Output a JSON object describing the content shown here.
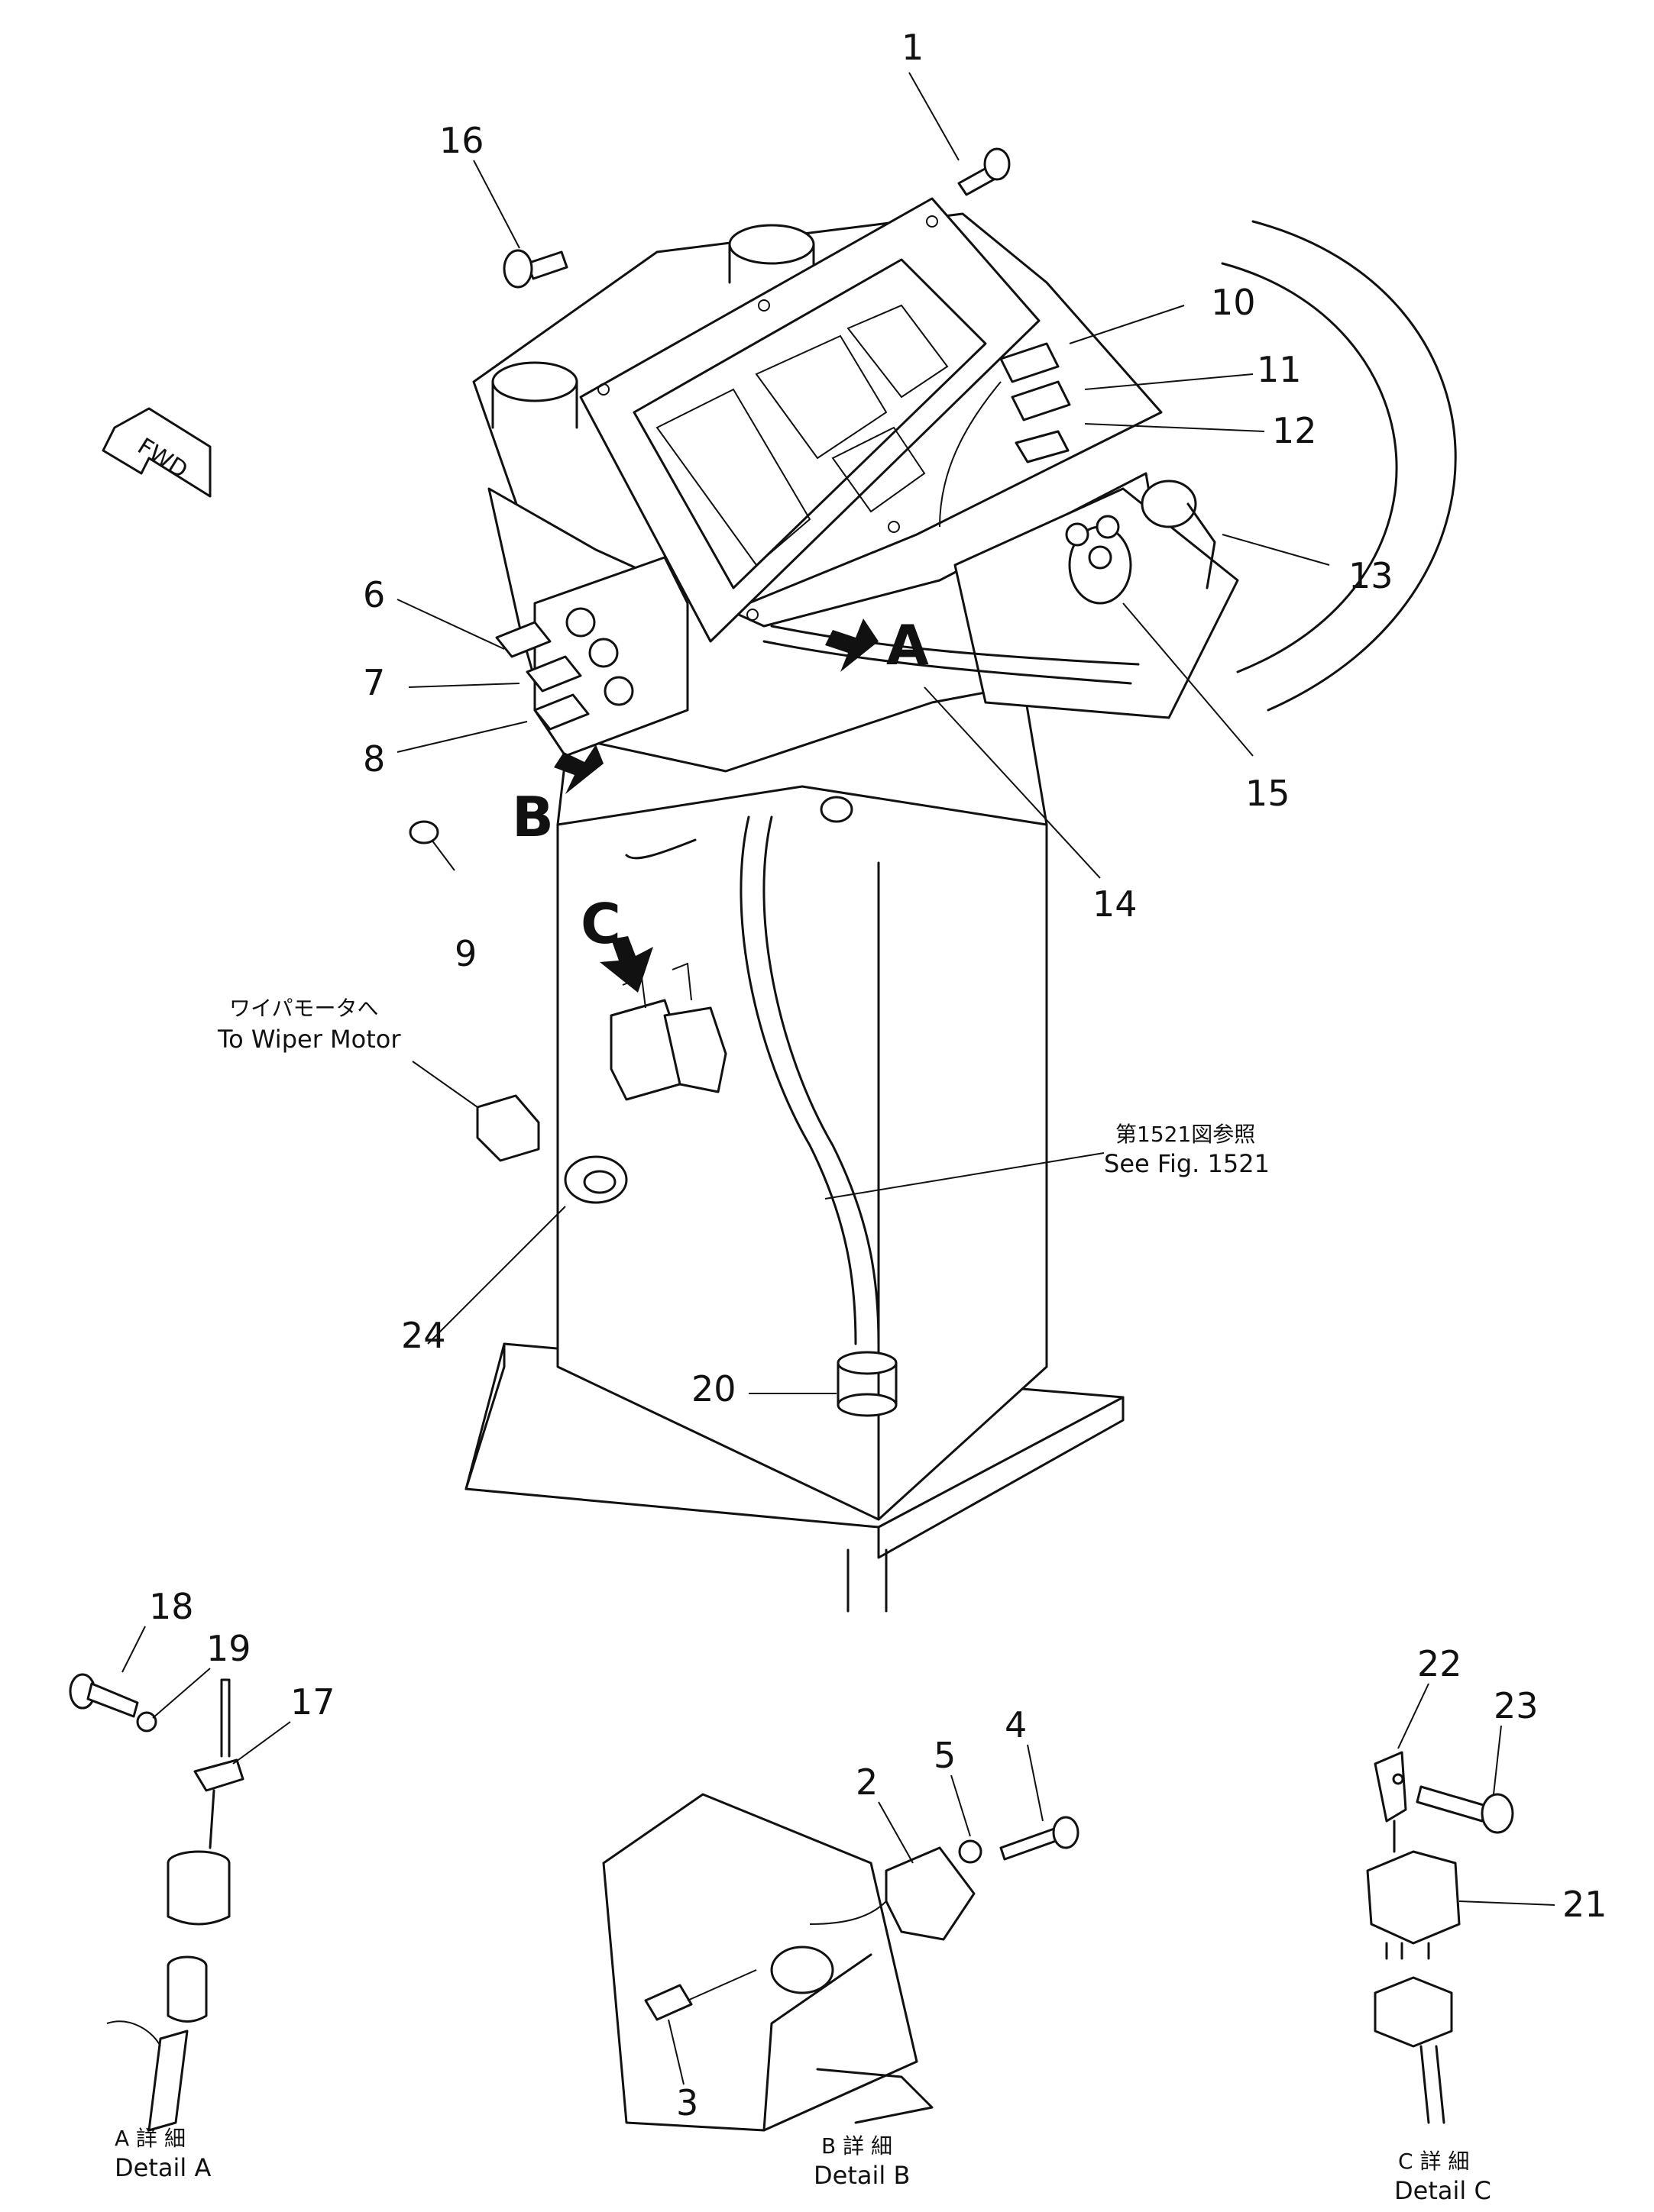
{
  "part_labels": {
    "p1": "1",
    "p2": "2",
    "p3": "3",
    "p4": "4",
    "p5": "5",
    "p6": "6",
    "p7": "7",
    "p8": "8",
    "p9": "9",
    "p10": "10",
    "p11": "11",
    "p12": "12",
    "p13": "13",
    "p14": "14",
    "p15": "15",
    "p16": "16",
    "p17": "17",
    "p18": "18",
    "p19": "19",
    "p20": "20",
    "p21": "21",
    "p22": "22",
    "p23": "23",
    "p24": "24"
  },
  "view_markers": {
    "a": "A",
    "b": "B",
    "c": "C"
  },
  "fwd_label": "FWD",
  "notes": {
    "wiper_jp": "ワイパモータへ",
    "wiper_en": "To Wiper Motor",
    "fig_jp": "第1521図参照",
    "fig_en": "See Fig. 1521"
  },
  "details": {
    "a_jp": "A 詳 細",
    "a_en": "Detail A",
    "b_jp": "B 詳 細",
    "b_en": "Detail B",
    "c_jp": "C 詳 細",
    "c_en": "Detail C"
  }
}
